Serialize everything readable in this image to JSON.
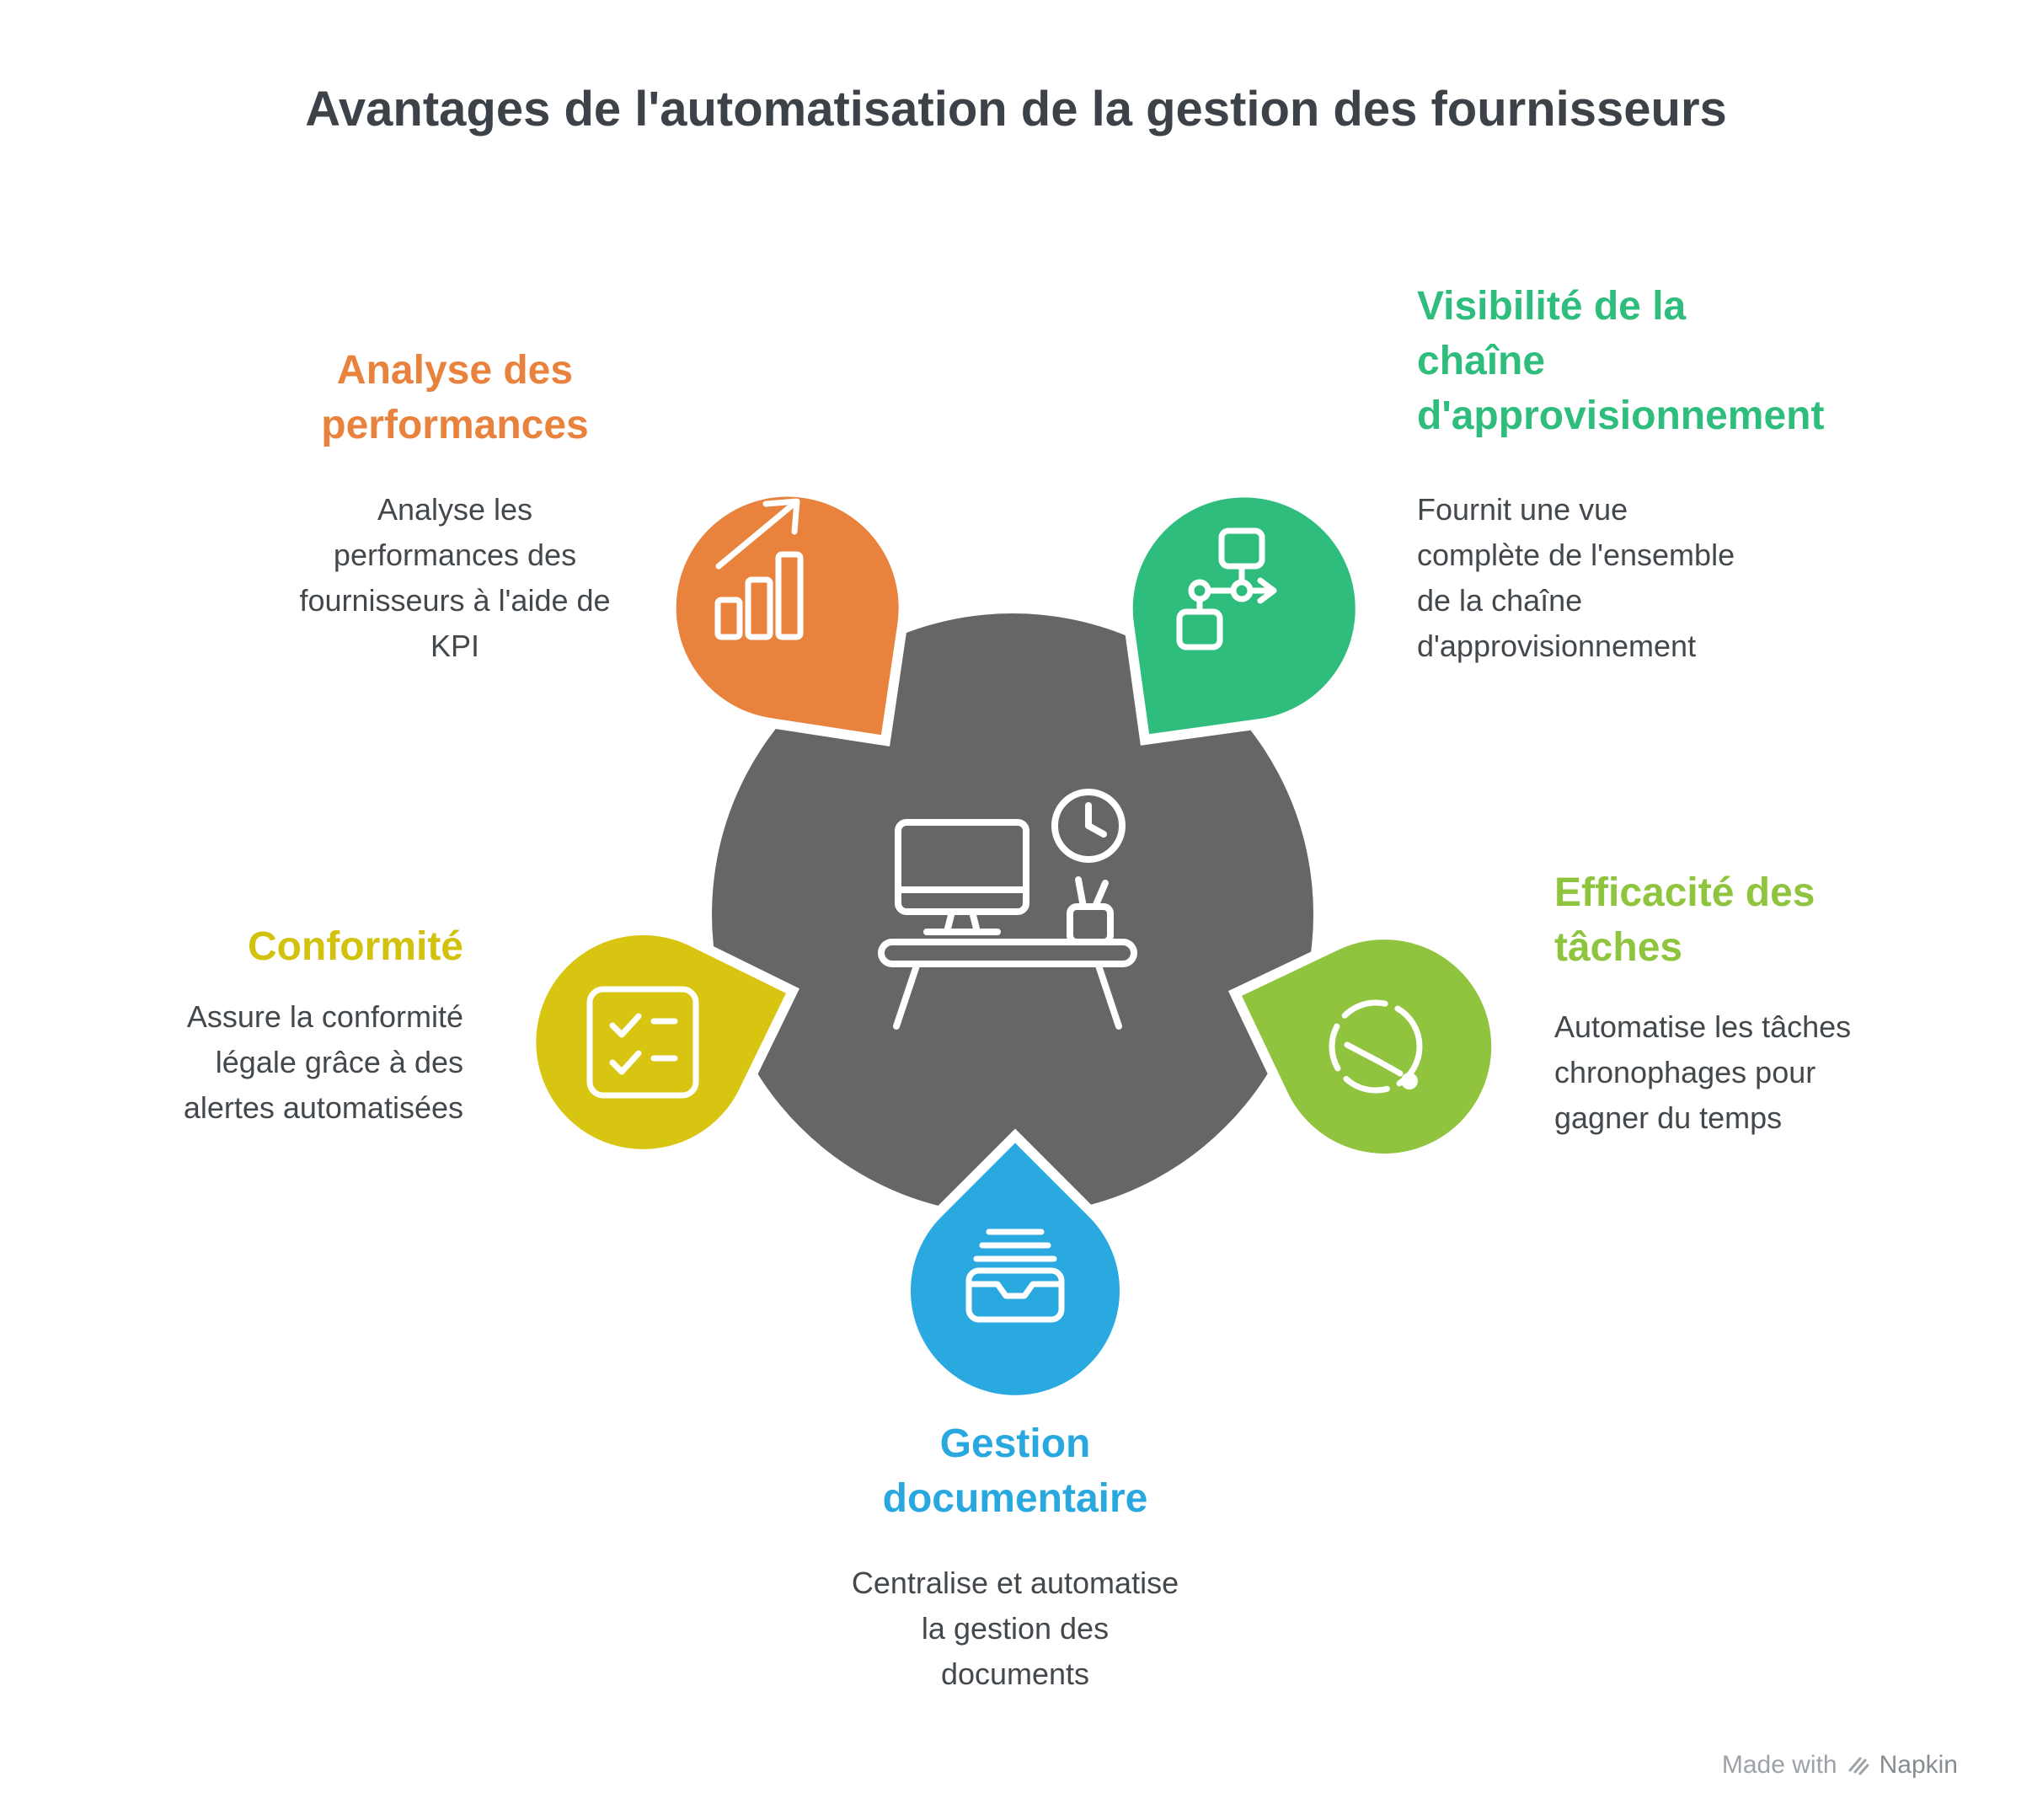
{
  "title": "Avantages de l'automatisation de la gestion des fournisseurs",
  "colors": {
    "orange": "#E8823C",
    "green": "#2FBD7E",
    "yellow": "#D8C511",
    "lime": "#90C43F",
    "blue": "#2AA9E1",
    "center_gray": "#666666",
    "heading_dark": "#3C4247",
    "body_text": "#43484D",
    "footer_gray": "#9DA2A7"
  },
  "center": {
    "icon": "desk-workspace-icon"
  },
  "items": [
    {
      "id": "performance-analysis",
      "heading": "Analyse des\nperformances",
      "body": "Analyse les\nperformances des\nfournisseurs à l'aide de\nKPI",
      "color": "#E8823C",
      "icon": "growth-chart-icon"
    },
    {
      "id": "supply-chain-visibility",
      "heading": "Visibilité de la\nchaîne\nd'approvisionnement",
      "body": "Fournit une vue\ncomplète de l'ensemble\nde la chaîne\nd'approvisionnement",
      "color": "#2FBD7E",
      "icon": "flowchart-icon"
    },
    {
      "id": "compliance",
      "heading": "Conformité",
      "body": "Assure la conformité\nlégale grâce à des\nalertes automatisées",
      "color": "#D8C511",
      "icon": "checklist-icon"
    },
    {
      "id": "task-efficiency",
      "heading": "Efficacité des\ntâches",
      "body": "Automatise les tâches\nchronophages pour\ngagner du temps",
      "color": "#90C43F",
      "icon": "gauge-icon"
    },
    {
      "id": "document-management",
      "heading": "Gestion\ndocumentaire",
      "body": "Centralise et automatise\nla gestion des\ndocuments",
      "color": "#2AA9E1",
      "icon": "inbox-icon"
    }
  ],
  "footer": {
    "made_with": "Made with",
    "brand": "Napkin"
  }
}
